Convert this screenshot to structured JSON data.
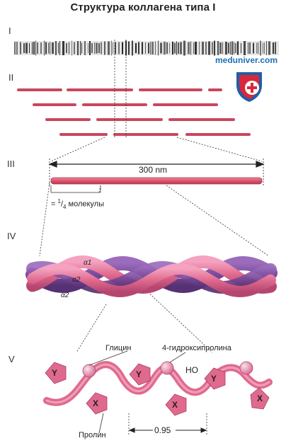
{
  "title": "Структура коллагена типа I",
  "levels": [
    "I",
    "II",
    "III",
    "IV",
    "V"
  ],
  "watermark": {
    "text": "meduniver.com",
    "logo": "shield-cross-icon"
  },
  "labels": {
    "length": "300 nm",
    "quarter_prefix": "= ",
    "quarter_sup": "1",
    "quarter_sub": "4",
    "quarter_word": " молекулы",
    "glycine": "Глицин",
    "hydroxyproline": "4-гидроксипролина",
    "ho": "HO",
    "proline": "Пролин",
    "spacing": "0.95"
  },
  "chains": {
    "alpha1": "α1",
    "alpha2_top": "α2",
    "alpha2_bottom": "α2"
  },
  "residues": {
    "y": "Y",
    "x": "X"
  },
  "colors": {
    "rod": "#d9546b",
    "rod_dark": "#b83a52",
    "purple": "#7a4a9a",
    "pink": "#e06a8e",
    "ball": "#e48cae"
  }
}
